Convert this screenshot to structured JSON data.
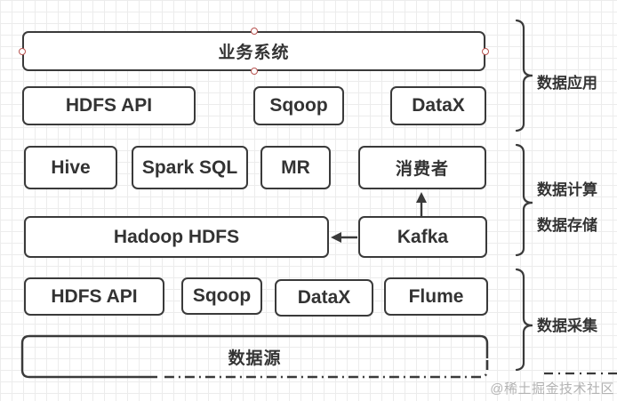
{
  "nodes": [
    {
      "id": "business-system",
      "label": "业务系统",
      "group": "数据应用",
      "selected": true
    },
    {
      "id": "app-hdfs-api",
      "label": "HDFS API",
      "group": "数据应用"
    },
    {
      "id": "app-sqoop",
      "label": "Sqoop",
      "group": "数据应用"
    },
    {
      "id": "app-datax",
      "label": "DataX",
      "group": "数据应用"
    },
    {
      "id": "hive",
      "label": "Hive",
      "group": "数据计算"
    },
    {
      "id": "spark-sql",
      "label": "Spark SQL",
      "group": "数据计算"
    },
    {
      "id": "mr",
      "label": "MR",
      "group": "数据计算"
    },
    {
      "id": "consumer",
      "label": "消费者",
      "group": "数据计算"
    },
    {
      "id": "hadoop-hdfs",
      "label": "Hadoop HDFS",
      "group": "数据存储"
    },
    {
      "id": "kafka",
      "label": "Kafka",
      "group": "数据存储"
    },
    {
      "id": "col-hdfs-api",
      "label": "HDFS API",
      "group": "数据采集"
    },
    {
      "id": "col-sqoop",
      "label": "Sqoop",
      "group": "数据采集"
    },
    {
      "id": "col-datax",
      "label": "DataX",
      "group": "数据采集"
    },
    {
      "id": "flume",
      "label": "Flume",
      "group": "数据采集"
    },
    {
      "id": "data-source",
      "label": "数据源",
      "group": "数据采集"
    }
  ],
  "groups": [
    {
      "label": "数据应用"
    },
    {
      "label": "数据计算"
    },
    {
      "label": "数据存储"
    },
    {
      "label": "数据采集"
    }
  ],
  "edges": [
    {
      "from": "Kafka",
      "to": "Hadoop HDFS",
      "direction": "left"
    },
    {
      "from": "Kafka",
      "to": "消费者",
      "direction": "up"
    }
  ],
  "watermark": "@稀土掘金技术社区",
  "colors": {
    "border": "#3a3a3a",
    "text": "#333333",
    "grid": "#ececec",
    "selection_handle": "#b85450",
    "watermark": "#b3b3b3",
    "canvas_bg": "#ffffff"
  }
}
